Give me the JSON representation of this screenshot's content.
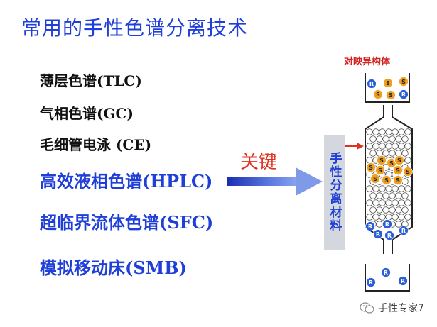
{
  "title": "常用的手性色谱分离技术",
  "techniques": [
    "薄层色谱(TLC)",
    "气相色谱(GC)",
    "毛细管电泳 (CE)",
    "高效液相色谱(HPLC)",
    "超临界流体色谱(SFC)",
    "模拟移动床(SMB)"
  ],
  "key_label": "关键",
  "chiral_material_label": "手性分离材料",
  "enantiomers_label": "对映异构体",
  "particle_labels": {
    "s": "S",
    "r": "R"
  },
  "watermark": "手性专家7",
  "colors": {
    "title_blue": "#1f3fd8",
    "arrow_blue": "#2a3fd1",
    "key_red": "#e0301e",
    "s_orange": "#f0a020",
    "r_blue": "#2a5fd8"
  }
}
